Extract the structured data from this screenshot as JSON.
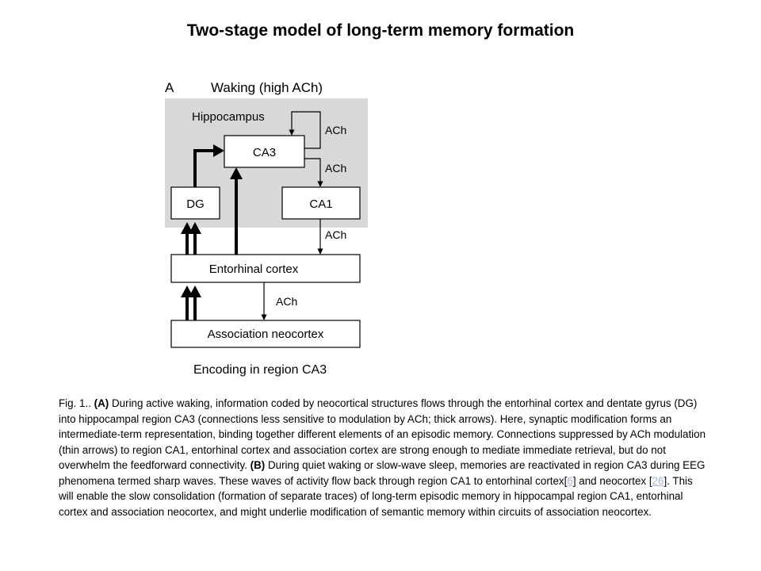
{
  "title": "Two-stage model of long-term memory formation",
  "diagram": {
    "panel_letter": "A",
    "panel_heading": "Waking (high ACh)",
    "region_label": "Hippocampus",
    "nodes": {
      "ca3": "CA3",
      "dg": "DG",
      "ca1": "CA1",
      "entorhinal": "Entorhinal cortex",
      "neocortex": "Association neocortex"
    },
    "ach_labels": [
      "ACh",
      "ACh",
      "ACh",
      "ACh"
    ],
    "footer": "Encoding in region CA3",
    "colors": {
      "region_fill": "#d8d8d8",
      "box_fill": "#ffffff",
      "stroke": "#000000"
    }
  },
  "caption": {
    "fig_label": "Fig. 1.",
    "sep": ". ",
    "part_a": "(A)",
    "text_a": " During active waking, information coded by neocortical structures flows through the entorhinal cortex and dentate gyrus (DG) into hippocampal region CA3 (connections less sensitive to modulation by ACh; thick arrows). Here, synaptic modification forms an intermediate-term representation, binding together different elements of an episodic memory. Connections suppressed by ACh modulation (thin arrows) to region CA1, entorhinal cortex and association cortex are strong enough to mediate immediate retrieval, but do not overwhelm the feedforward connectivity. ",
    "part_b": "(B)",
    "text_b1": " During quiet waking or slow-wave sleep, memories are reactivated in region CA3 during EEG phenomena termed sharp waves. These waves of activity flow back through region CA1 to entorhinal cortex[",
    "ref1": "6",
    "text_b2": "] and neocortex [",
    "ref2": "26",
    "text_b3": "]. This will enable the slow consolidation (formation of separate traces) of long-term episodic memory in hippocampal region CA1, entorhinal cortex and association neocortex, and might underlie modification of semantic memory within circuits of association neocortex."
  }
}
